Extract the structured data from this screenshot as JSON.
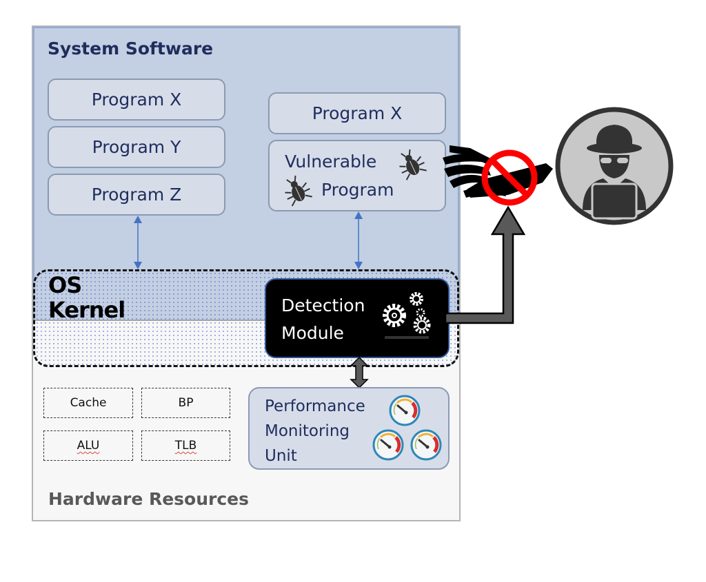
{
  "system_software": {
    "title": "System Software",
    "left_programs": [
      "Program X",
      "Program Y",
      "Program Z"
    ],
    "right_programs": {
      "top": "Program X",
      "vulnerable_line1": "Vulnerable",
      "vulnerable_line2": "Program"
    }
  },
  "kernel": {
    "label_line1": "OS",
    "label_line2": "Kernel",
    "detection_module": {
      "line1": "Detection",
      "line2": "Module",
      "icon": "gears-icon"
    }
  },
  "hardware": {
    "title": "Hardware Resources",
    "units": [
      "Cache",
      "BP",
      "ALU",
      "TLB"
    ],
    "pmu": {
      "line1": "Performance",
      "line2": "Monitoring",
      "line3": "Unit",
      "icon": "gauge-icon"
    }
  },
  "attack": {
    "hand_icon": "grabbing-hand-icon",
    "block_icon": "prohibited-icon",
    "attacker_icon": "hacker-icon"
  },
  "colors": {
    "software_bg": "#c3cfe2",
    "program_box": "#d6dde9",
    "text_navy": "#1f2d5c",
    "arrow_blue": "#4472c4",
    "block_red": "#ff0000",
    "connector_gray": "#595959"
  }
}
